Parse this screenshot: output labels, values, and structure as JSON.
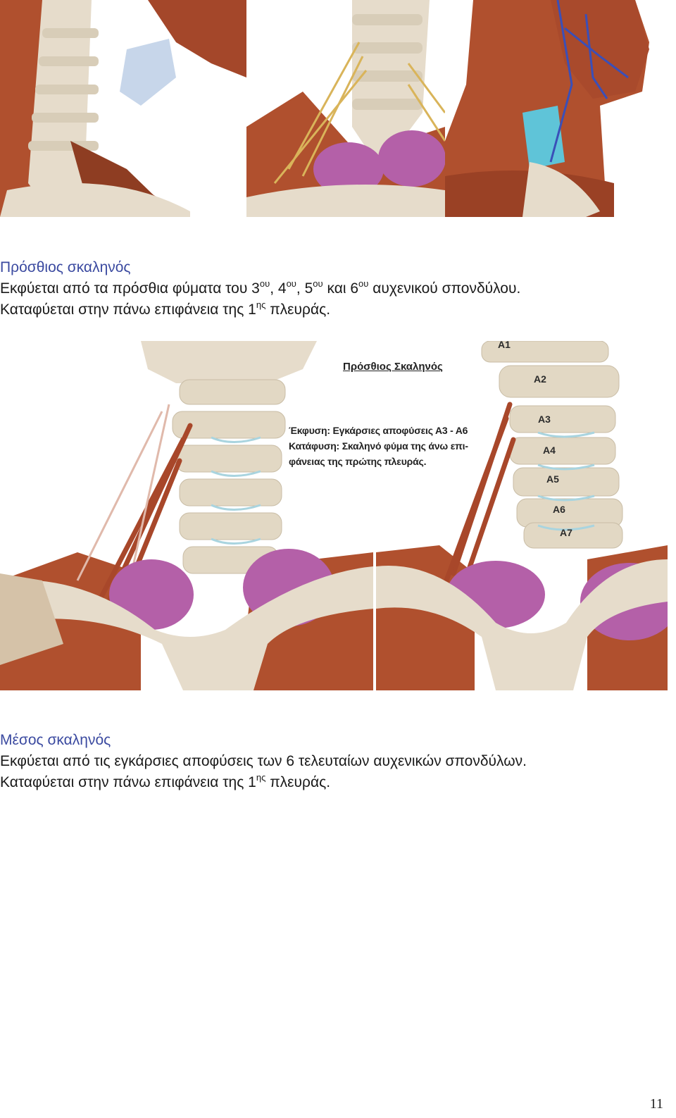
{
  "section1": {
    "heading": "Πρόσθιος σκαληνός",
    "line1": {
      "p1": "Εκφύεται από τα πρόσθια φύματα του 3",
      "s1": "ου",
      "p2": ", 4",
      "s2": "ου",
      "p3": ", 5",
      "s3": "ου",
      "p4": " και 6",
      "s4": "ου",
      "p5": " αυχενικού σπονδύλου."
    },
    "line2": {
      "p1": "Καταφύεται στην πάνω επιφάνεια της 1",
      "s1": "ης",
      "p2": " πλευράς."
    }
  },
  "figure": {
    "title": "Πρόσθιος Σκαληνός",
    "caption1": "Έκφυση: Εγκάρσιες αποφύσεις Α3 - Α6",
    "caption2": "Κατάφυση: Σκαληνό φύμα της άνω επι-",
    "caption3": "φάνειας της πρώτης πλευράς.",
    "vertebrae": [
      "A1",
      "A2",
      "A3",
      "A4",
      "A5",
      "A6",
      "A7"
    ]
  },
  "section2": {
    "heading": "Μέσος σκαληνός",
    "line1": "Εκφύεται από τις εγκάρσιες αποφύσεις των 6 τελευταίων αυχενικών σπονδύλων.",
    "line2": {
      "p1": "Καταφύεται στην πάνω επιφάνεια της 1",
      "s1": "ης",
      "p2": " πλευράς."
    }
  },
  "page_number": "11",
  "colors": {
    "heading": "#3b4aa0",
    "muscle": "#b0502e",
    "bone": "#e6dccb",
    "lung": "#b460a8",
    "nerve": "#d9b45a",
    "vessel": "#3a4fb8"
  }
}
